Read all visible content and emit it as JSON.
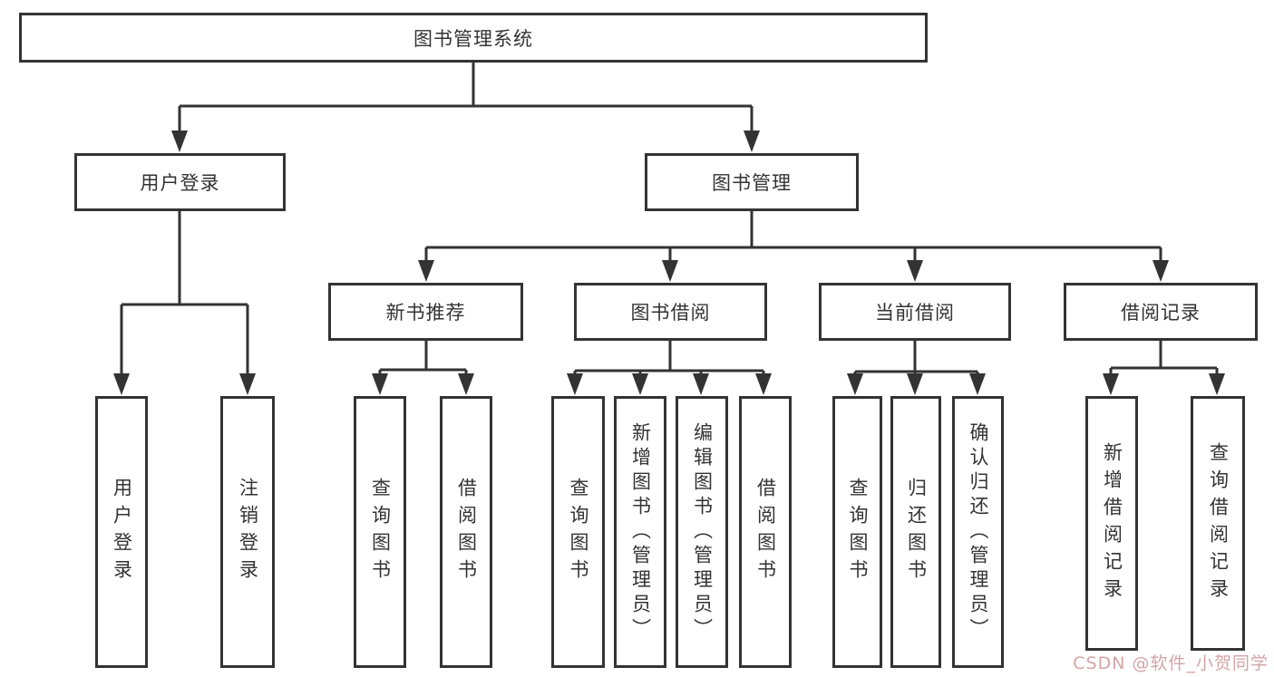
{
  "tree": {
    "root": "图书管理系统",
    "branches": [
      {
        "label": "用户登录",
        "children": [
          "用户登录",
          "注销登录"
        ]
      },
      {
        "label": "图书管理",
        "groups": [
          {
            "label": "新书推荐",
            "children": [
              "查询图书",
              "借阅图书"
            ]
          },
          {
            "label": "图书借阅",
            "children": [
              "查询图书",
              "新增图书（管理员）",
              "编辑图书（管理员）",
              "借阅图书"
            ]
          },
          {
            "label": "当前借阅",
            "children": [
              "查询图书",
              "归还图书",
              "确认归还（管理员）"
            ]
          },
          {
            "label": "借阅记录",
            "children": [
              "新增借阅记录",
              "查询借阅记录"
            ]
          }
        ]
      }
    ]
  },
  "watermark": {
    "text": "CSDN @软件_小贺同学",
    "color": "#cf9b9d"
  },
  "colors": {
    "line": "#333333",
    "background": "#ffffff"
  }
}
